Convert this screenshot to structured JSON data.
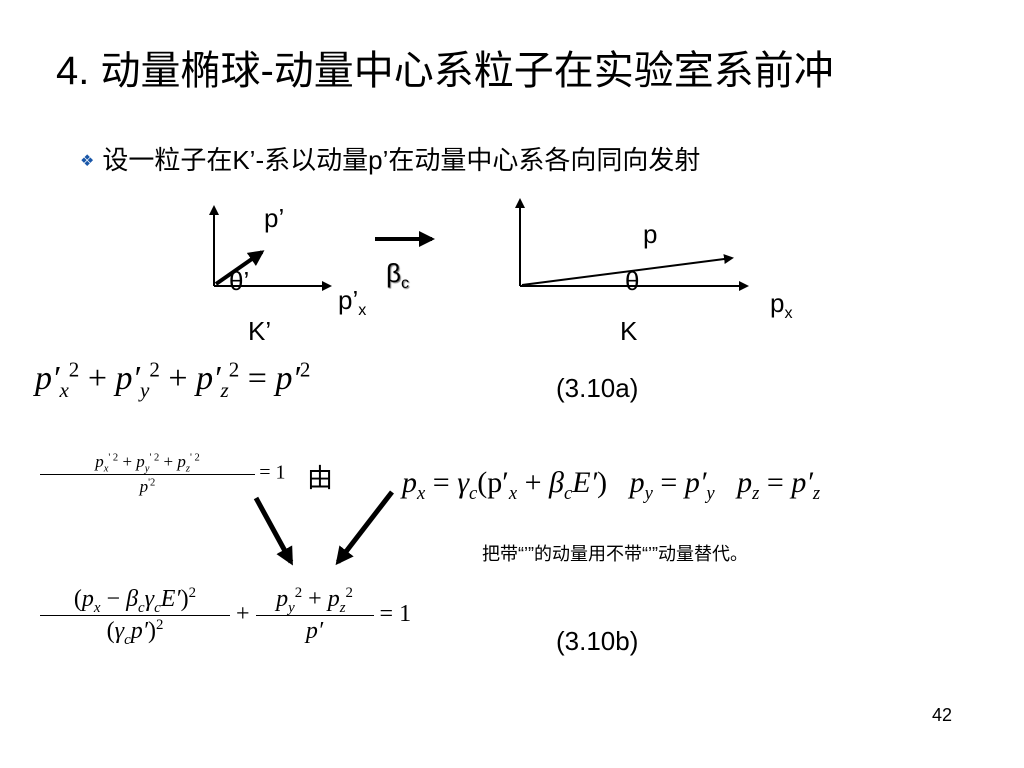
{
  "title": "4. 动量椭球-动量中心系粒子在实验室系前冲",
  "bullet": "设一粒子在K’-系以动量p’在动量中心系各向同向发射",
  "diagram": {
    "left": {
      "p_label": "p’",
      "theta_label": "θ’",
      "px_label_base": "p’",
      "px_label_sub": "x",
      "frame_label": "K’"
    },
    "arrow_label_base": "β",
    "arrow_label_sub": "c",
    "right": {
      "p_label": "p",
      "theta_label": "θ",
      "px_label_base": "p",
      "px_label_sub": "x",
      "frame_label": "K"
    }
  },
  "equations": {
    "eq_3_10a_number": "(3.10a)",
    "eq_3_10b_number": "(3.10b)",
    "you_label": "由",
    "note": "把带“’”的动量用不带“’”动量替代。"
  },
  "page_number": "42"
}
